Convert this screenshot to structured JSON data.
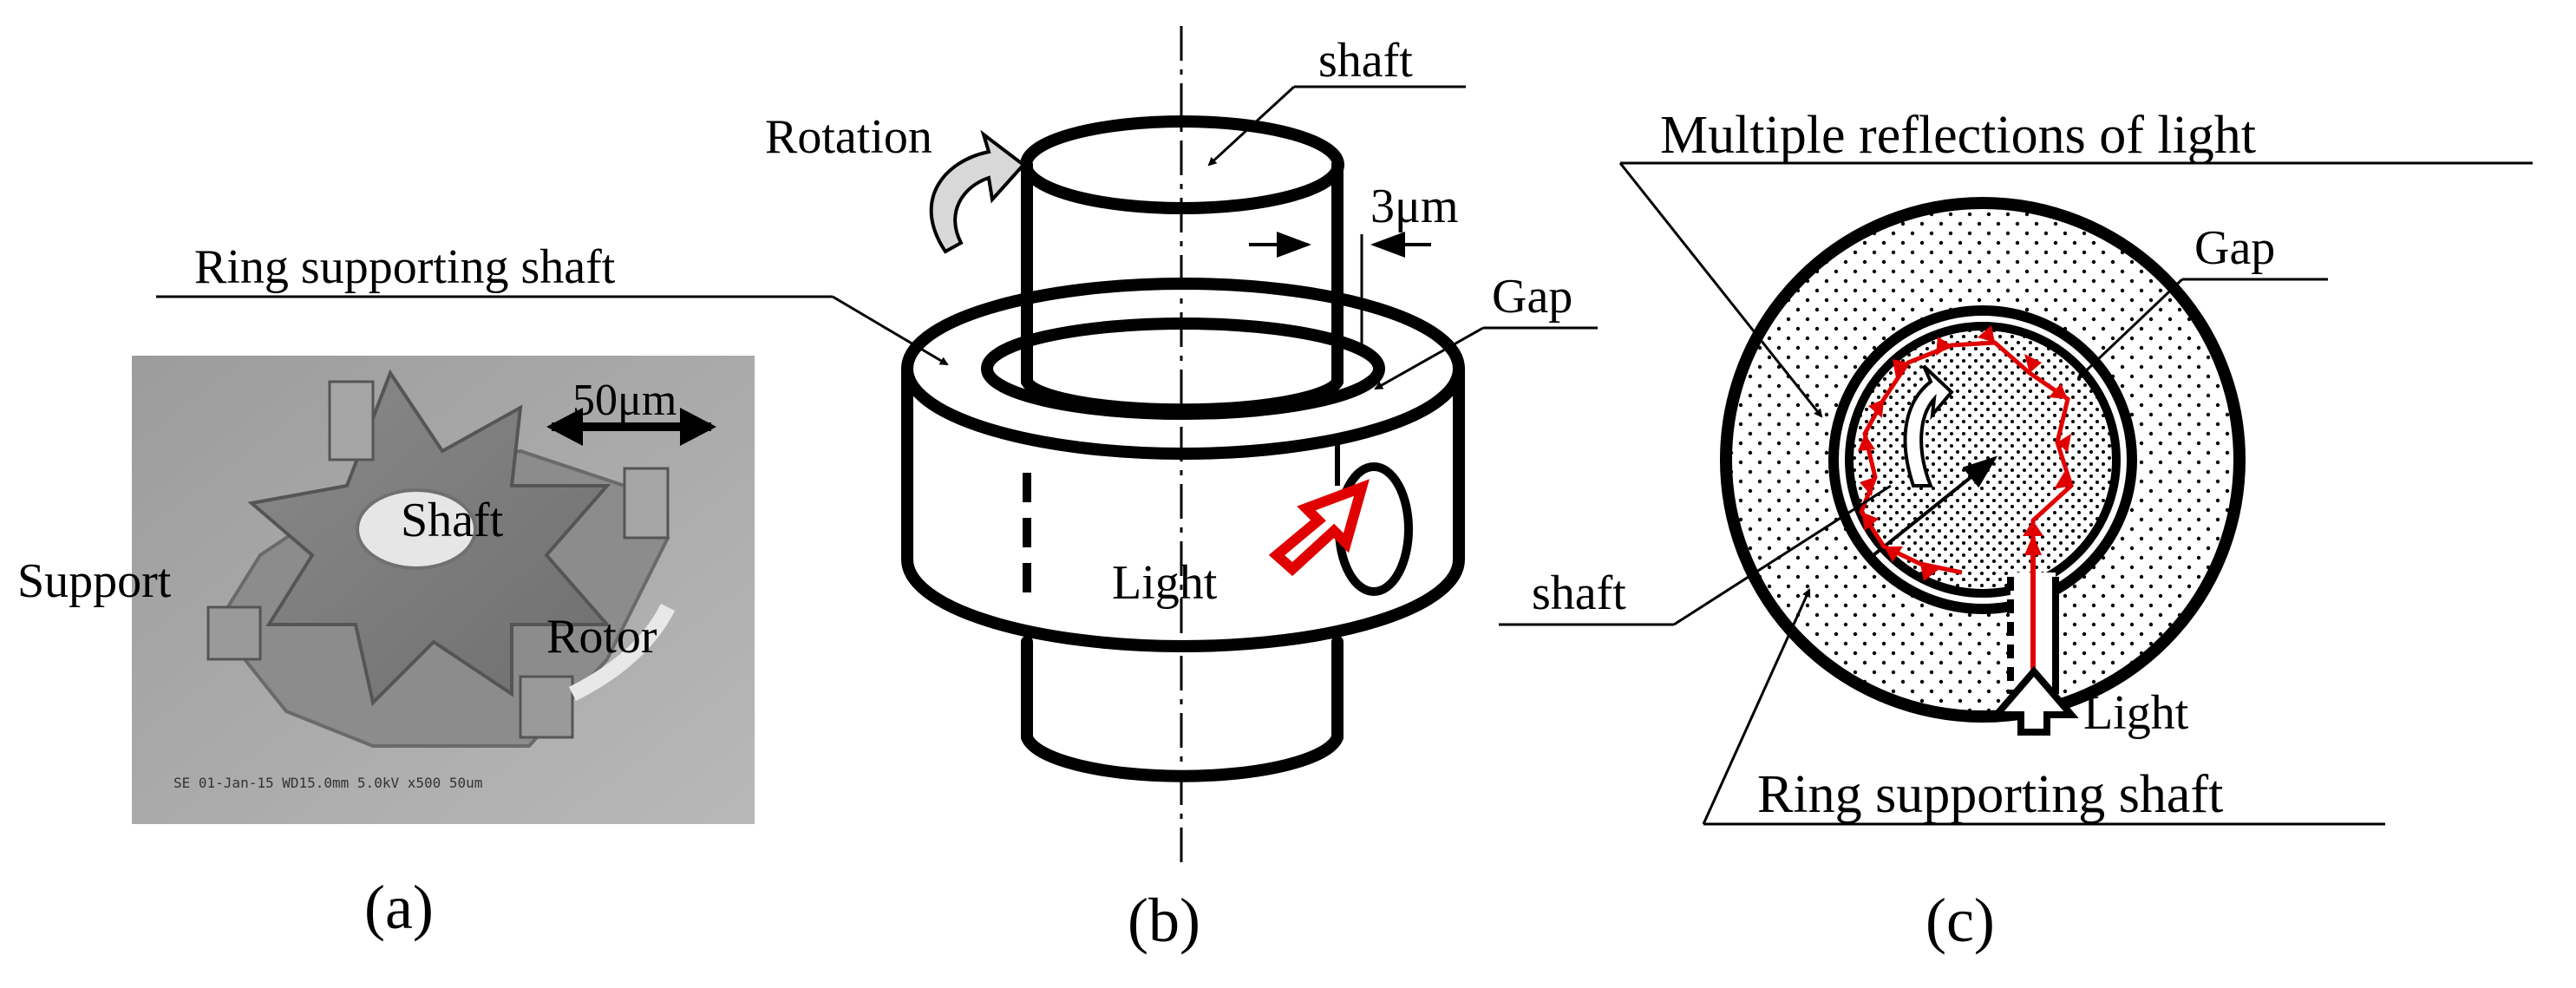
{
  "panel_a": {
    "caption": "(a)",
    "scale_bar": "50μm",
    "labels": {
      "shaft": "Shaft",
      "support": "Support",
      "rotor": "Rotor"
    }
  },
  "panel_b": {
    "caption": "(b)",
    "labels": {
      "shaft": "shaft",
      "rotation": "Rotation",
      "gap_width": "3μm",
      "ring": "Ring supporting shaft",
      "gap": "Gap",
      "light": "Light"
    },
    "colors": {
      "light_arrow": "#e00000"
    }
  },
  "panel_c": {
    "caption": "(c)",
    "labels": {
      "title": "Multiple reflections of light",
      "gap": "Gap",
      "shaft": "shaft",
      "light": "Light",
      "ring": "Ring supporting shaft"
    },
    "colors": {
      "reflection_path": "#e00000"
    }
  }
}
